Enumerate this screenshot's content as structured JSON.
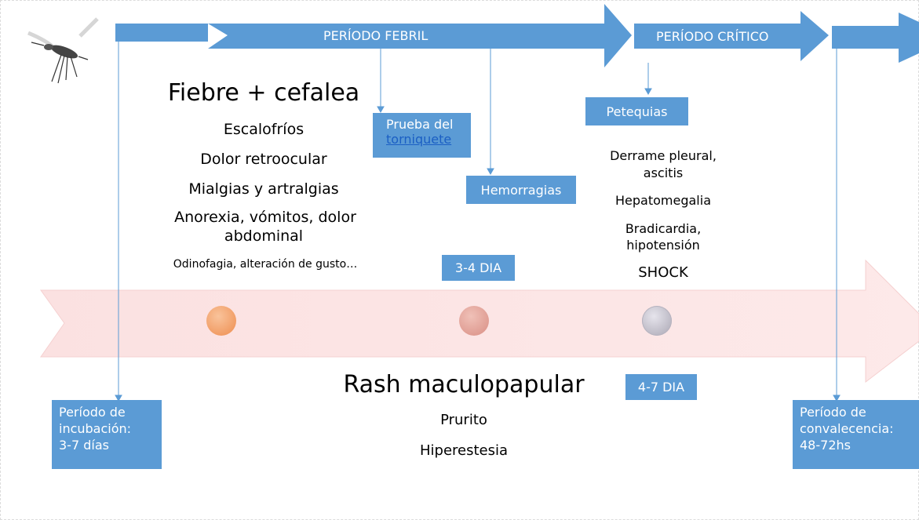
{
  "phases": {
    "febril": "PERÍODO FEBRIL",
    "critico": "PERÍODO CRÍTICO"
  },
  "febrile_symptoms": {
    "main": "Fiebre + cefalea",
    "items": [
      "Escalofríos",
      "Dolor retroocular",
      "Mialgias y artralgias",
      "Anorexia, vómitos, dolor",
      "abdominal",
      "Odinofagia, alteración de gusto…"
    ]
  },
  "boxes": {
    "torniquete_line1": "Prueba del",
    "torniquete_link": "torniquete",
    "hemorragias": "Hemorragias",
    "petequias": "Petequias",
    "day_3_4": "3-4 DIA",
    "day_4_7": "4-7 DIA",
    "incubacion": [
      "Período de",
      "incubación:",
      "3-7 días"
    ],
    "convalecencia": [
      "Período de",
      "convalecencia:",
      "48-72hs"
    ]
  },
  "critical_signs": {
    "items": [
      "Derrame pleural,",
      "ascitis",
      "Hepatomegalia",
      "Bradicardia,",
      "hipotensión",
      "SHOCK"
    ]
  },
  "rash": {
    "main": "Rash maculopapular",
    "items": [
      "Prurito",
      "Hiperestesia"
    ]
  },
  "colors": {
    "arrow_blue": "#5b9bd5",
    "timeline_pink": "#fbe4e4",
    "dot_orange": "#f4a672",
    "dot_rose": "#e3a59c",
    "dot_gray": "#c8c6cf"
  }
}
